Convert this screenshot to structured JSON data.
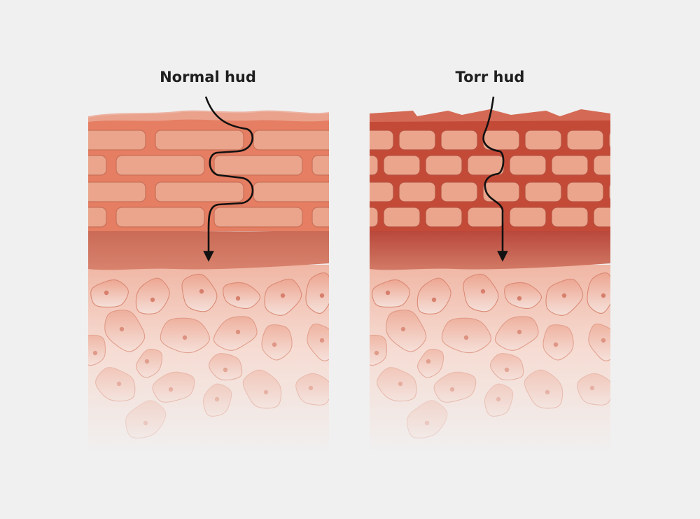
{
  "panels": [
    {
      "id": "normal",
      "title": "Normal hud",
      "bricks": "large",
      "path": "winding"
    },
    {
      "id": "dry",
      "title": "Torr hud",
      "bricks": "small",
      "path": "direct"
    }
  ],
  "colors": {
    "background": "#f0f0f0",
    "normal_top_layer": "#e57e62",
    "normal_brick": "#eaa58c",
    "normal_band": "#d0705a",
    "dry_top_layer": "#c44a38",
    "dry_brick": "#eaa58c",
    "dry_band": "#bf5440",
    "cell_fill": "#eda590",
    "cell_stroke": "#d9846c",
    "arrow": "#111111"
  }
}
